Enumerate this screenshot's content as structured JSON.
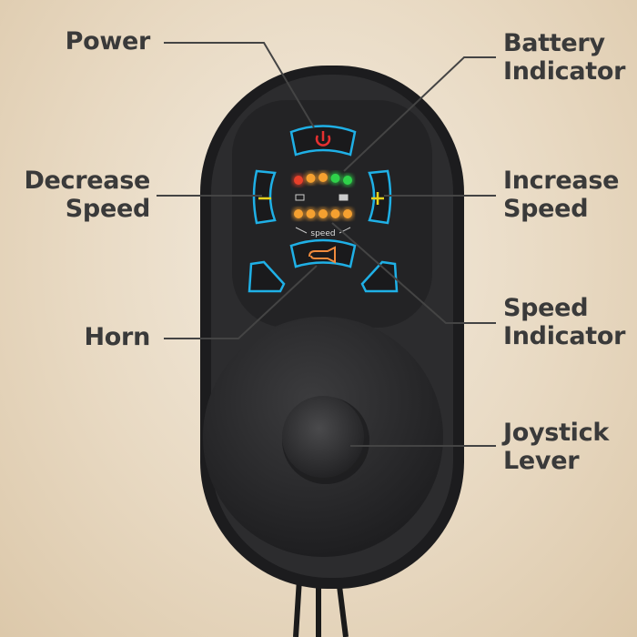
{
  "labels": {
    "power": "Power",
    "battery_indicator": [
      "Battery",
      "Indicator"
    ],
    "decrease_speed": [
      "Decrease",
      "Speed"
    ],
    "increase_speed": [
      "Increase",
      "Speed"
    ],
    "speed_indicator": [
      "Speed",
      "Indicator"
    ],
    "horn": "Horn",
    "joystick_lever": [
      "Joystick",
      "Lever"
    ]
  },
  "panel": {
    "speed_text": "speed",
    "battery_leds": [
      "#e8402a",
      "#f5a030",
      "#f5a030",
      "#2fd24a",
      "#2fd24a"
    ],
    "speed_leds": [
      "#f5a030",
      "#f5a030",
      "#f5a030",
      "#f5a030",
      "#f5a030"
    ]
  },
  "colors": {
    "accent_button_outline": "#1fb0e6",
    "power_icon": "#e53030",
    "plus_minus": "#e6d21c",
    "horn_icon": "#f08a3c"
  }
}
